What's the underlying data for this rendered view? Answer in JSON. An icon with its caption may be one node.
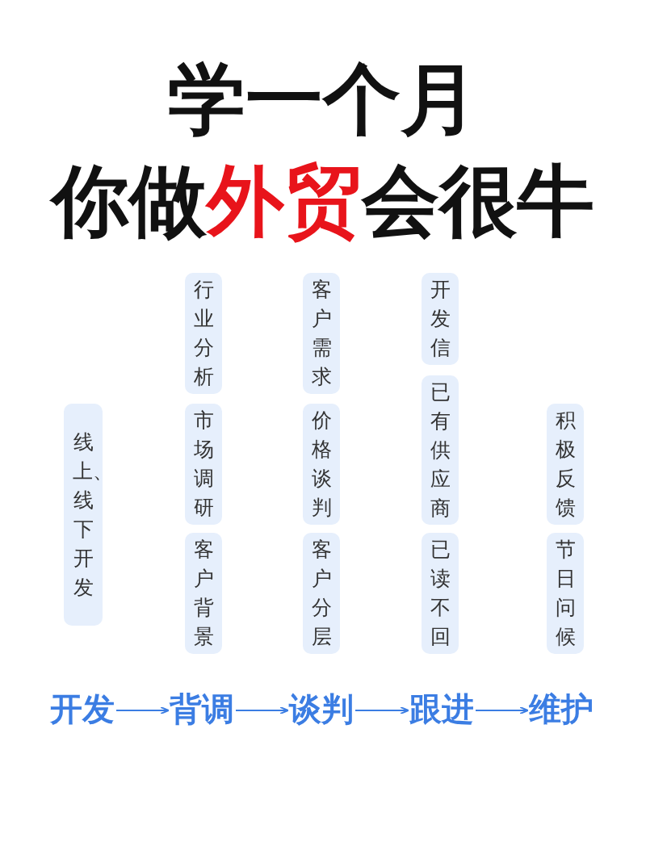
{
  "diagram": {
    "title": "学一个月你做**外贸**会很牛",
    "nodes": [
      {
        "text": [
          "行业分析"
        ]
      },
      {
        "text": [
          "客户需求"
        ]
      },
      {
        "text": [
          "开发信"
        ]
      },
      {
        "text": [
          "线上、线下开发"
        ]
      },
      {
        "text": [
          "市场调研"
        ]
      },
      {
        "text": [
          "价格谈判"
        ]
      },
      {
        "text": [
          "已有供应商"
        ]
      },
      {
        "text": [
          "积极反馈"
        ]
      },
      {
        "text": [
          "客户背景"
        ]
      },
      {
        "text": [
          "客户分层"
        ]
      },
      {
        "text": [
          "已读不回"
        ]
      },
      {
        "text": [
          "节日问候"
        ]
      },
      {
        "text": [
          "开发"
        ]
      },
      {
        "text": [
          "背调"
        ]
      },
      {
        "text": [
          "谈判"
        ]
      },
      {
        "text": [
          "跟进"
        ]
      },
      {
        "text": [
          "维护"
        ]
      }
    ],
    "edges": [
      {
        "from": 12,
        "to": 13,
        "arrow": "to"
      },
      {
        "from": 13,
        "to": 14,
        "arrow": "to"
      },
      {
        "from": 14,
        "to": 15,
        "arrow": "to"
      },
      {
        "from": 15,
        "to": 16,
        "arrow": "to"
      }
    ]
  }
}
